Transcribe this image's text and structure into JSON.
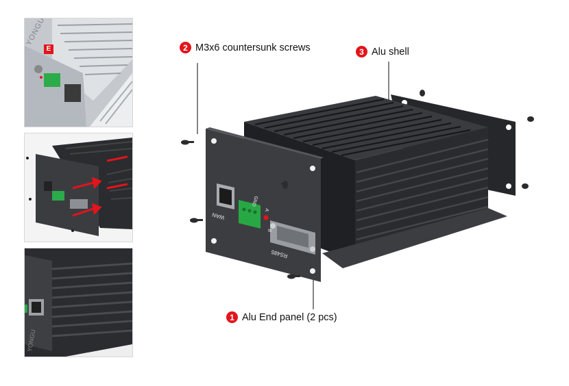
{
  "thumbnails": [
    {
      "brand": "YONGU",
      "brand_mark": "E"
    },
    {
      "brand": ""
    },
    {
      "brand": "YONGU"
    }
  ],
  "callouts": [
    {
      "number": "2",
      "text": "M3x6 countersunk screws"
    },
    {
      "number": "3",
      "text": "Alu shell"
    },
    {
      "number": "1",
      "text": "Alu End panel (2 pcs)"
    }
  ],
  "panel_labels": {
    "port": "WAN",
    "serial": "RS485",
    "terminal": "GND",
    "pin_a": "A",
    "pin_b": "B"
  },
  "colors": {
    "badge": "#e3141b",
    "shell": "#2b2c2f",
    "panel": "#3a3b3e",
    "terminal": "#27a844",
    "silver": "#c9ccd0"
  }
}
